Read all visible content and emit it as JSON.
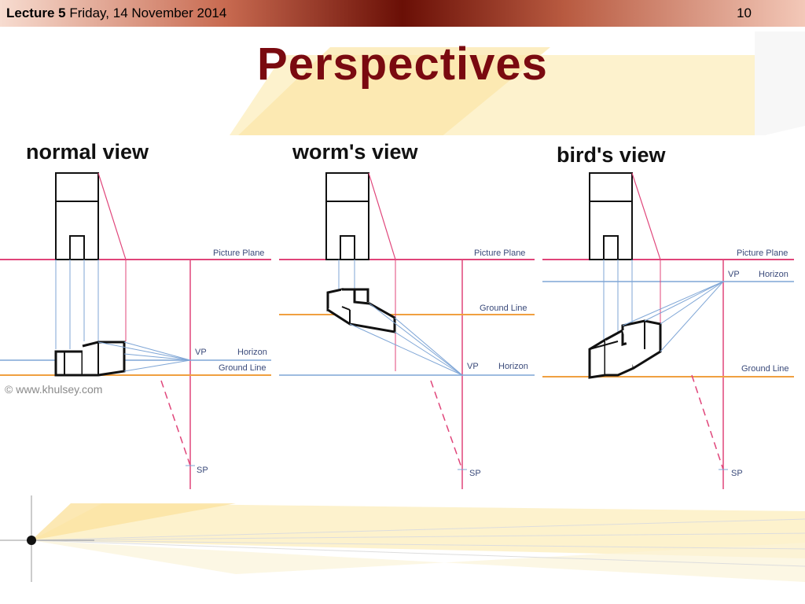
{
  "header": {
    "lecture": "Lecture 5",
    "date": "Friday, 14 November 2014",
    "page_number": "10"
  },
  "title": "Perspectives",
  "views": [
    {
      "title": "normal view",
      "labels": {
        "picture_plane": "Picture Plane",
        "vp": "VP",
        "horizon": "Horizon",
        "ground_line": "Ground Line",
        "sp": "SP"
      }
    },
    {
      "title": "worm's view",
      "labels": {
        "picture_plane": "Picture Plane",
        "ground_line": "Ground Line",
        "vp": "VP",
        "horizon": "Horizon",
        "sp": "SP"
      }
    },
    {
      "title": "bird's view",
      "labels": {
        "picture_plane": "Picture Plane",
        "vp": "VP",
        "horizon": "Horizon",
        "ground_line": "Ground Line",
        "sp": "SP"
      }
    }
  ],
  "copyright": "© www.khulsey.com",
  "colors": {
    "title": "#7a0a10",
    "picture_plane": "#e0457a",
    "horizon": "#7fa6d6",
    "ground_line": "#f0a040"
  }
}
